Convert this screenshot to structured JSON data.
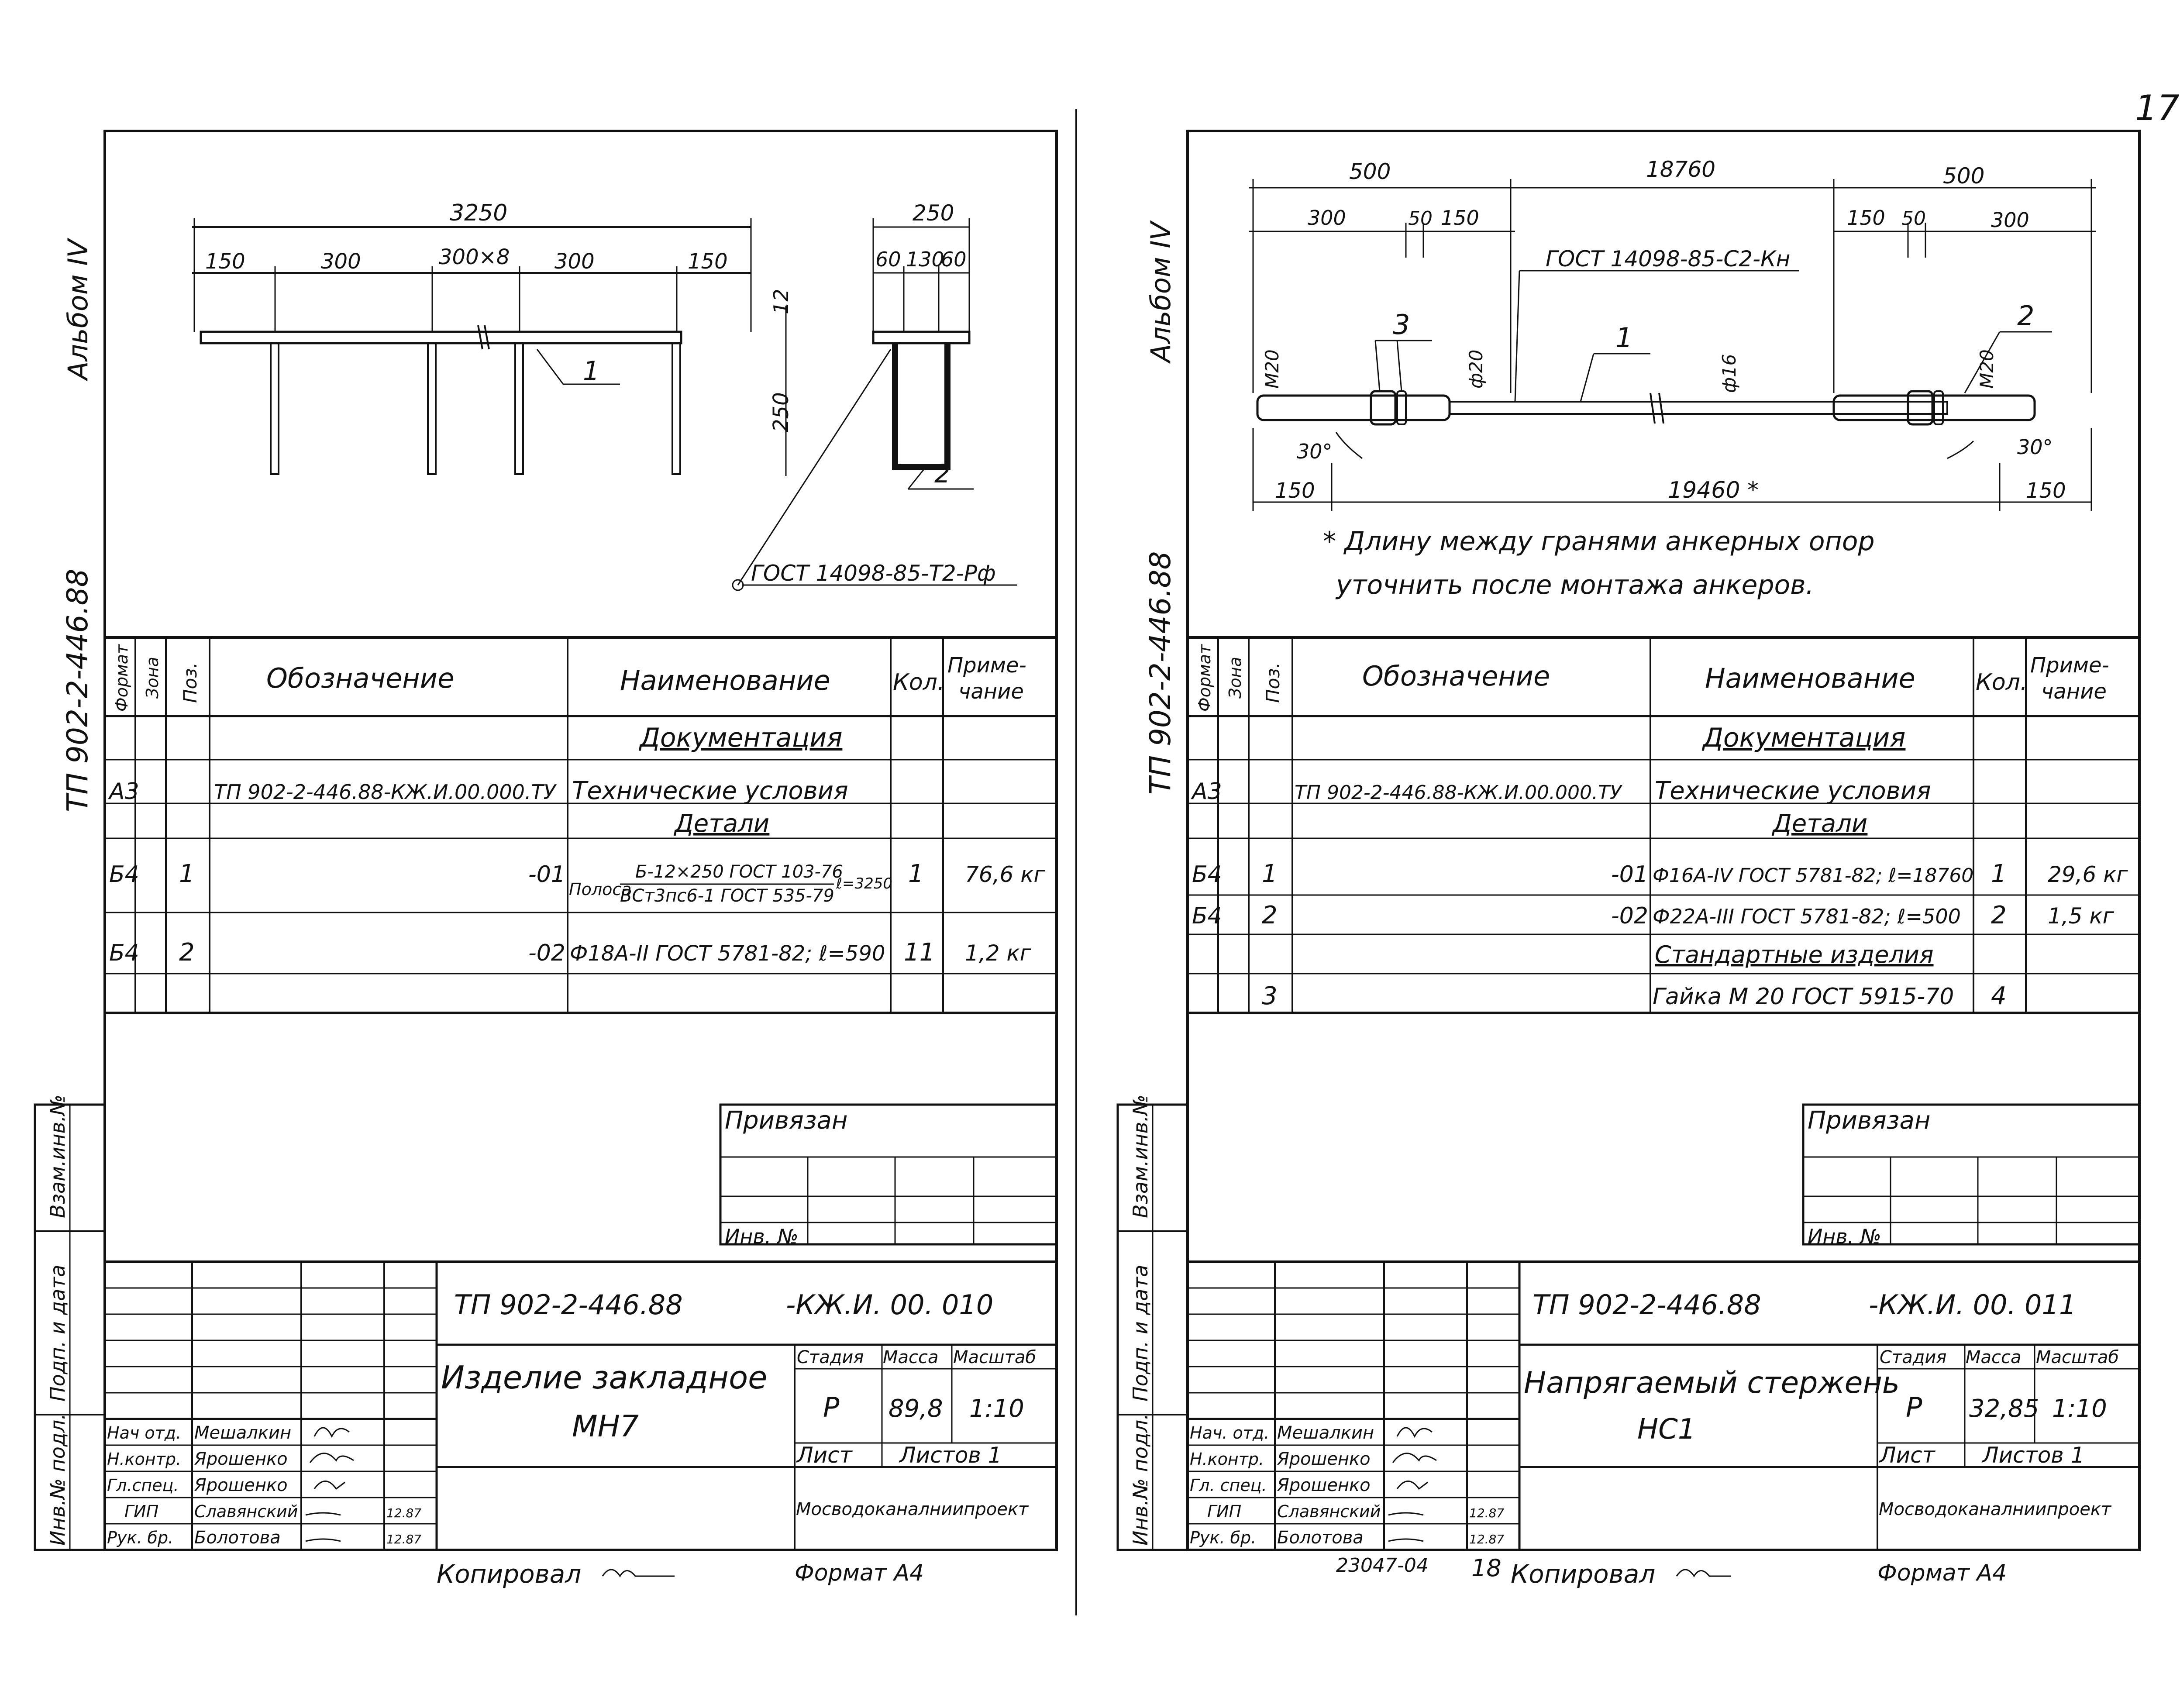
{
  "page_number": "17",
  "left": {
    "album": "Альбом IV",
    "project": "ТП 902-2-446.88",
    "dims": {
      "total": "3250",
      "d1": "150",
      "d2": "300",
      "d3": "300×8",
      "d4": "300",
      "d5": "150",
      "side_total": "250",
      "side_a": "60",
      "side_b": "130",
      "side_c": "60",
      "thk": "12",
      "height": "250"
    },
    "pos1": "1",
    "pos2": "2",
    "weld_note": "ГОСТ 14098-85-Т2-Рф",
    "table": {
      "headers": {
        "format": "Формат",
        "zone": "Зона",
        "pos": "Поз.",
        "designation": "Обозначение",
        "name": "Наименование",
        "qty": "Кол.",
        "note1": "Приме-",
        "note2": "чание"
      },
      "section_docs": "Документация",
      "section_parts": "Детали",
      "rows": [
        {
          "format": "А3",
          "pos": "",
          "designation": "ТП 902-2-446.88-КЖ.И.00.000.ТУ",
          "name": "Технические условия",
          "qty": "",
          "note": ""
        },
        {
          "format": "Б4",
          "pos": "1",
          "designation": "-01",
          "name_prefix": "Полоса",
          "name_top": "Б-12×250 ГОСТ 103-76",
          "name_bottom": "ВСт3пс6-1 ГОСТ 535-79",
          "name_len": "ℓ=3250",
          "qty": "1",
          "note": "76,6 кг"
        },
        {
          "format": "Б4",
          "pos": "2",
          "designation": "-02",
          "name": "Ф18А-II ГОСТ 5781-82; ℓ=590",
          "qty": "11",
          "note": "1,2 кг"
        }
      ]
    },
    "stamp": {
      "privyazan": "Привязан",
      "inv_no": "Инв. №",
      "code_left": "ТП 902-2-446.88",
      "code_right": "-КЖ.И. 00. 010",
      "title1": "Изделие закладное",
      "title2": "МН7",
      "stage_h": "Стадия",
      "mass_h": "Масса",
      "scale_h": "Масштаб",
      "stage": "Р",
      "mass": "89,8",
      "scale": "1:10",
      "sheet": "Лист",
      "sheets": "Листов 1",
      "org": "Мосводоканалниипроект",
      "roles": [
        "Нач отд.",
        "Н.контр.",
        "Гл.спец.",
        "ГИП",
        "Рук. бр."
      ],
      "names": [
        "Мешалкин",
        "Ярошенко",
        "Ярошенко",
        "Славянский",
        "Болотова"
      ],
      "dates": [
        "",
        "",
        "",
        "12.87",
        "12.87"
      ],
      "side_labels": [
        "Взам.инв.№",
        "Подп. и дата",
        "Инв.№ подл."
      ]
    },
    "copied": "Копировал",
    "format": "Формат А4"
  },
  "right": {
    "album": "Альбом IV",
    "project": "ТП 902-2-446.88",
    "dims": {
      "a": "500",
      "b": "18760",
      "c": "500",
      "a1": "300",
      "a2": "50",
      "a3": "150",
      "c1": "150",
      "c2": "50",
      "c3": "300",
      "total": "19460 *",
      "end_l": "150",
      "end_r": "150",
      "angle": "30°",
      "m20": "М20",
      "d20": "ф20",
      "d16": "ф16"
    },
    "weld_note": "ГОСТ 14098-85-С2-Кн",
    "pos1": "1",
    "pos2": "2",
    "pos3": "3",
    "note1": "* Длину между гранями анкерных опор",
    "note2": "уточнить после монтажа анкеров.",
    "table": {
      "section_docs": "Документация",
      "section_parts": "Детали",
      "section_std": "Стандартные изделия",
      "rows": [
        {
          "format": "А3",
          "pos": "",
          "designation": "ТП 902-2-446.88-КЖ.И.00.000.ТУ",
          "name": "Технические условия",
          "qty": "",
          "note": ""
        },
        {
          "format": "Б4",
          "pos": "1",
          "designation": "-01",
          "name": "Ф16А-IV ГОСТ 5781-82; ℓ=18760",
          "qty": "1",
          "note": "29,6 кг"
        },
        {
          "format": "Б4",
          "pos": "2",
          "designation": "-02",
          "name": "Ф22А-III ГОСТ 5781-82; ℓ=500",
          "qty": "2",
          "note": "1,5 кг"
        },
        {
          "format": "",
          "pos": "3",
          "designation": "",
          "name": "Гайка М 20 ГОСТ 5915-70",
          "qty": "4",
          "note": ""
        }
      ]
    },
    "stamp": {
      "code_left": "ТП 902-2-446.88",
      "code_right": "-КЖ.И. 00. 011",
      "title1": "Напрягаемый стержень",
      "title2": "НС1",
      "stage": "Р",
      "mass": "32,85",
      "scale": "1:10",
      "roles": [
        "Нач. отд.",
        "Н.контр.",
        "Гл. спец.",
        "ГИП",
        "Рук. бр."
      ]
    },
    "order_no": "23047-04",
    "order_page": "18",
    "copied": "Копировал",
    "format": "Формат А4"
  }
}
